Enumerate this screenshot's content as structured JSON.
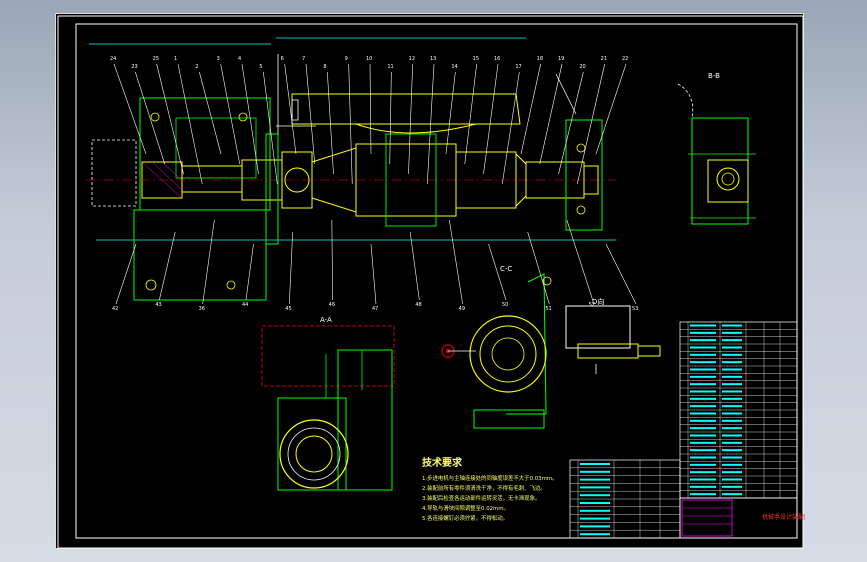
{
  "drawing": {
    "palette": {
      "frame": "#ffffff",
      "part": "#00ff00",
      "dim": "#00ffff",
      "body": "#ffff00",
      "center": "#ff0000",
      "hatch": "#ff00ff",
      "note": "#ffff66"
    },
    "balloons": {
      "top_row": [
        "24",
        "23",
        "25",
        "1",
        "2",
        "3",
        "4",
        "5",
        "6",
        "7",
        "8",
        "9",
        "10",
        "11",
        "12",
        "13",
        "14",
        "15",
        "16",
        "17",
        "18",
        "19",
        "20",
        "21",
        "22"
      ],
      "bottom_row": [
        "42",
        "43",
        "36",
        "44",
        "45",
        "46",
        "47",
        "48",
        "49",
        "50",
        "51",
        "52",
        "53"
      ]
    },
    "section_labels": {
      "c_c": "C-C",
      "a_a": "A-A",
      "b_b": "B-B",
      "d_view": "D向"
    },
    "tech_requirements": {
      "title": "技术要求",
      "lines": [
        "1.步进电机与主轴连接处的同轴度误差不大于0.03mm。",
        "2.装配前所有零件须清洗干净，不得有毛刺、飞边。",
        "3.装配后检查各运动部件运转灵活，无卡滞现象。",
        "4.导轨与滑块间隙调整至0.02mm。",
        "5.各连接螺钉必须拧紧，不得松动。"
      ]
    },
    "title_block": {
      "stamp": "机械手设计装配图"
    }
  }
}
